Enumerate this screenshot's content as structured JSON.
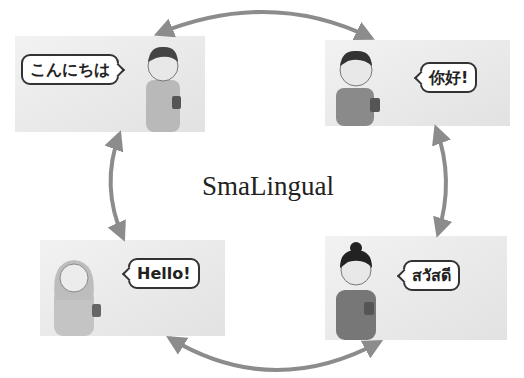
{
  "diagram": {
    "nodes": [
      {
        "text": [
          "こんにちは"
        ]
      },
      {
        "text": [
          "你好!"
        ]
      },
      {
        "text": [
          "Hello!"
        ]
      },
      {
        "text": [
          "สวัสดี"
        ]
      }
    ],
    "edges": [
      {
        "from": 0,
        "to": 1,
        "arrow": "both"
      },
      {
        "from": 1,
        "to": 3,
        "arrow": "both"
      },
      {
        "from": 3,
        "to": 2,
        "arrow": "both"
      },
      {
        "from": 2,
        "to": 0,
        "arrow": "both"
      }
    ],
    "labels": [
      "SmaLingual"
    ]
  }
}
